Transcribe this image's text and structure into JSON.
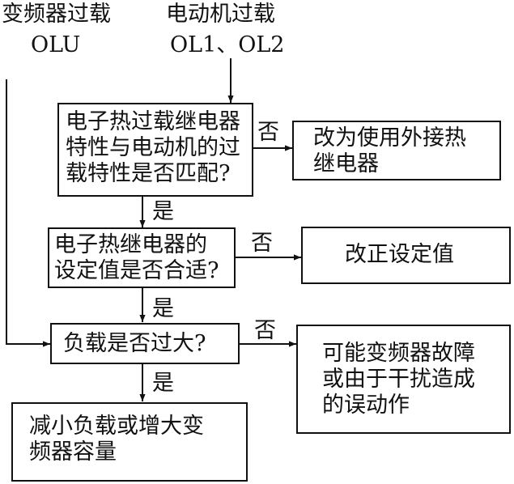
{
  "inputs": {
    "inverter": {
      "title": "变频器过载",
      "code": "OLU"
    },
    "motor": {
      "title": "电动机过载",
      "code": "OL1、OL2"
    }
  },
  "decisions": {
    "q1": [
      "电子热过载继电器",
      "特性与电动机的过",
      "载特性是否匹配?"
    ],
    "q2": [
      "电子热继电器的",
      "设定值是否合适?"
    ],
    "q3": "负载是否过大?"
  },
  "actions": {
    "a1": [
      "改为使用外接热",
      "继电器"
    ],
    "a2": "改正设定值",
    "a3": [
      "可能变频器故障",
      "或由于干扰造成",
      "的误动作"
    ],
    "a4": [
      "减小负载或增大变",
      "频器容量"
    ]
  },
  "edge_labels": {
    "yes": "是",
    "no": "否"
  }
}
